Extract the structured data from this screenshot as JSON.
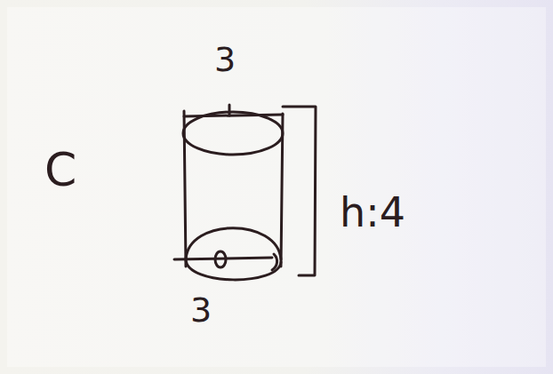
{
  "diagram": {
    "labels": [
      "C",
      "3",
      "3",
      "h:4"
    ]
  }
}
